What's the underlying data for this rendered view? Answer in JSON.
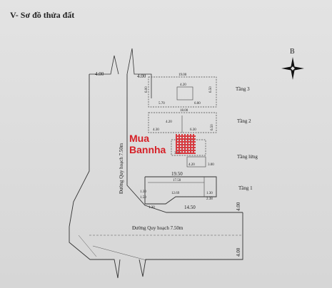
{
  "heading": "V- Sơ đồ thửa đất",
  "compass": {
    "label": "B"
  },
  "roads": {
    "vertical": "Đường Quy hoạch 7.50m",
    "horizontal": "Đường Quy hoạch 7.50m",
    "width_left": "4.00",
    "width_right": "4.00",
    "width_bottom": "4.00",
    "width_corner": "4.00"
  },
  "floors": {
    "tang3": {
      "label": "Tầng 3",
      "top": "19.00",
      "left": "5.70",
      "mid": "6.00",
      "right": "6.00",
      "inner": "4.20",
      "side": "6.50"
    },
    "tang2": {
      "label": "Tầng 2",
      "top": "18.00",
      "a": "4.30",
      "b": "6.30",
      "c": "4.20",
      "d": "6.50"
    },
    "tanglung": {
      "label": "Tầng lửng",
      "a": "3.90",
      "b": "4.20",
      "c": "3.00"
    },
    "tang1": {
      "label": "Tầng 1",
      "top": "19.50",
      "a": "17.50",
      "b": "12.69",
      "c": "1.30",
      "d": "1.50",
      "bottom": "14.50",
      "e": "1.30",
      "f": "2.38",
      "g": "1.30"
    }
  },
  "watermark": {
    "line1": "Mua",
    "line2": "Bannha"
  }
}
